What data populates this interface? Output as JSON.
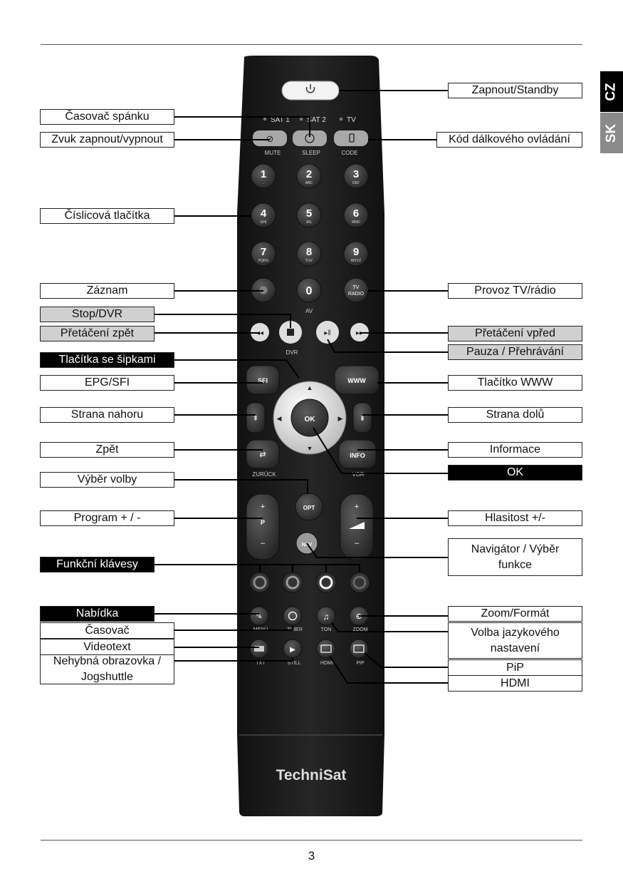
{
  "language_tabs": {
    "active": "CZ",
    "inactive": "SK"
  },
  "page_number": "3",
  "remote": {
    "brand": "TechniSat",
    "sources": [
      "SAT 1",
      "SAT 2",
      "TV"
    ],
    "top_labels": [
      "MUTE",
      "SLEEP",
      "CODE"
    ],
    "digits": [
      {
        "num": "1",
        "sub": "."
      },
      {
        "num": "2",
        "sub": "ABC"
      },
      {
        "num": "3",
        "sub": "DEF"
      },
      {
        "num": "4",
        "sub": "GHI"
      },
      {
        "num": "5",
        "sub": "JKL"
      },
      {
        "num": "6",
        "sub": "MNO"
      },
      {
        "num": "7",
        "sub": "PQRS"
      },
      {
        "num": "8",
        "sub": "TUV"
      },
      {
        "num": "9",
        "sub": "WXYZ"
      }
    ],
    "zero": "0",
    "av": "AV",
    "tv_radio": [
      "TV",
      "RADIO"
    ],
    "dvr": "DVR",
    "sfi": "SFI",
    "www": "WWW",
    "ok": "OK",
    "info": "INFO",
    "zuruck": "ZURÜCK",
    "vor": "VOR",
    "opt": "OPT",
    "nav": "NAV",
    "p": "P",
    "plus": "+",
    "minus": "–",
    "bottom_labels": [
      "MENÜ",
      "TIMER",
      "TON",
      "ZOOM",
      "TXT",
      "STILL",
      "HDMI",
      "PIP"
    ]
  },
  "labels_left": [
    {
      "text": "Časovač spánku",
      "style": "white"
    },
    {
      "text": "Zvuk zapnout/vypnout",
      "style": "white"
    },
    {
      "text": "Číslicová tlačítka",
      "style": "white"
    },
    {
      "text": "Záznam",
      "style": "white"
    },
    {
      "text": "Stop/DVR",
      "style": "grey"
    },
    {
      "text": "Přetáčení zpět",
      "style": "grey"
    },
    {
      "text": "Tlačítka se šipkami",
      "style": "black"
    },
    {
      "text": "EPG/SFI",
      "style": "white"
    },
    {
      "text": "Strana nahoru",
      "style": "white"
    },
    {
      "text": "Zpět",
      "style": "white"
    },
    {
      "text": "Výběr volby",
      "style": "white"
    },
    {
      "text": "Program + / -",
      "style": "white"
    },
    {
      "text": "Funkční klávesy",
      "style": "black"
    },
    {
      "text": "Nabídka",
      "style": "black"
    },
    {
      "text": "Časovač",
      "style": "white"
    },
    {
      "text": "Videotext",
      "style": "white"
    },
    {
      "text": "Nehybná obrazovka /\nJogshuttle",
      "style": "white"
    }
  ],
  "labels_right": [
    {
      "text": "Zapnout/Standby",
      "style": "white"
    },
    {
      "text": "Kód dálkového ovládání",
      "style": "white"
    },
    {
      "text": "Provoz TV/rádio",
      "style": "white"
    },
    {
      "text": "Přetáčení vpřed",
      "style": "grey"
    },
    {
      "text": "Pauza / Přehrávání",
      "style": "grey"
    },
    {
      "text": "Tlačítko WWW",
      "style": "white"
    },
    {
      "text": "Strana dolů",
      "style": "white"
    },
    {
      "text": "Informace",
      "style": "white"
    },
    {
      "text": "OK",
      "style": "black"
    },
    {
      "text": "Hlasitost +/-",
      "style": "white"
    },
    {
      "text": "Navigátor / Výběr\nfunkce",
      "style": "white"
    },
    {
      "text": "Zoom/Formát",
      "style": "white"
    },
    {
      "text": "Volba jazykového\nnastavení",
      "style": "white"
    },
    {
      "text": "PiP",
      "style": "white"
    },
    {
      "text": "HDMI",
      "style": "white"
    }
  ]
}
